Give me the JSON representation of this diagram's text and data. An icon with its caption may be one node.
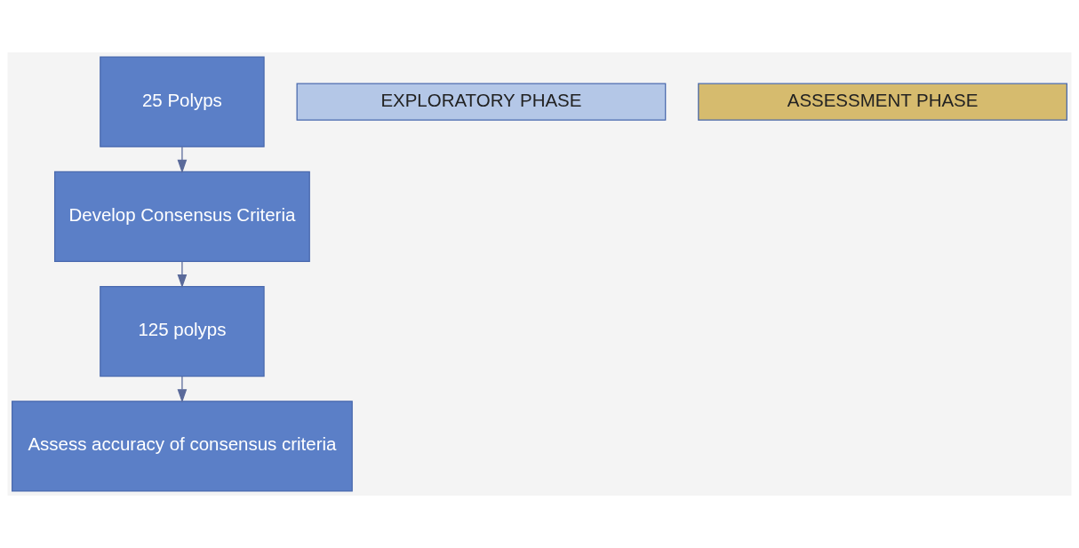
{
  "diagram": {
    "nodes": [
      {
        "text": [
          "25 Polyps"
        ]
      },
      {
        "text": [
          "Develop Consensus Criteria"
        ]
      },
      {
        "text": [
          "125 polyps"
        ]
      },
      {
        "text": [
          "Assess accuracy of consensus criteria"
        ]
      },
      {
        "text": [
          "EXPLORATORY PHASE"
        ]
      },
      {
        "text": [
          "ASSESSMENT PHASE"
        ]
      }
    ],
    "edges": [
      {
        "from": 0,
        "to": 1,
        "arrow": "to"
      },
      {
        "from": 1,
        "to": 2,
        "arrow": "to"
      },
      {
        "from": 2,
        "to": 3,
        "arrow": "to"
      }
    ]
  }
}
